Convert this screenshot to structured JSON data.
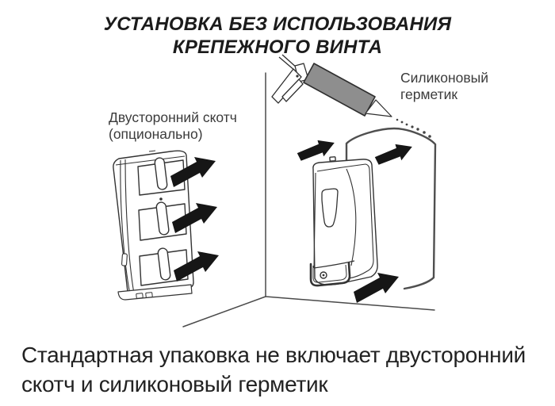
{
  "title": {
    "line1": "УСТАНОВКА БЕЗ ИСПОЛЬЗОВАНИЯ",
    "line2": "КРЕПЕЖНОГО ВИНТА"
  },
  "labels": {
    "tape": {
      "line1": "Двусторонний скотч",
      "line2": "(опционально)"
    },
    "sealant": {
      "line1": "Силиконовый",
      "line2": "герметик"
    }
  },
  "footer": {
    "line1": "Стандартная упаковка не включает двусторонний",
    "line2": "скотч и силиконовый герметик"
  },
  "icons": {
    "left": "dispenser-back-with-tape-strips-icon",
    "right": "dispenser-front-mounted-icon",
    "gun": "caulking-gun-icon",
    "arrows": "direction-arrow-icon",
    "drops": "silicone-dots-icon"
  },
  "colors": {
    "background": "#ffffff",
    "outline": "#333333",
    "wall_line": "#4a4a4a",
    "arrow": "#161616",
    "tube_gray": "#8e8e8e",
    "title_text": "#1b1b1b",
    "label_text": "#3b3b3b",
    "footer_text": "#222222"
  }
}
